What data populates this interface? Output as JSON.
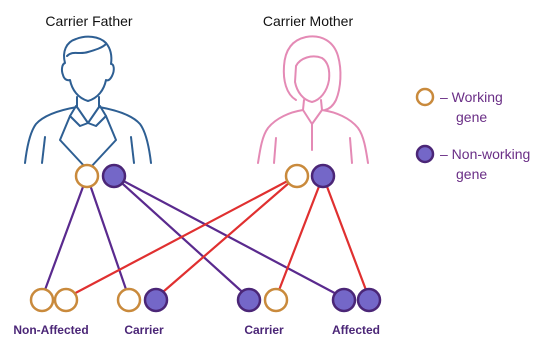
{
  "parents": {
    "father_label": "Carrier Father",
    "mother_label": "Carrier Mother"
  },
  "legend": {
    "working_line1": "– Working",
    "working_line2": "gene",
    "nonworking_line1": "– Non-working",
    "nonworking_line2": "gene"
  },
  "children": {
    "c1": "Non-Affected",
    "c2": "Carrier",
    "c3": "Carrier",
    "c4": "Affected"
  },
  "colors": {
    "father_outline": "#2e5f93",
    "mother_outline": "#e48ab5",
    "working_gene_stroke": "#c98a3c",
    "nonworking_gene_fill": "#7467c8",
    "nonworking_gene_stroke": "#4b2677",
    "father_line": "#5a2a8e",
    "mother_line": "#e03030",
    "legend_text": "#6a2e86",
    "label_text": "#4b2677"
  }
}
